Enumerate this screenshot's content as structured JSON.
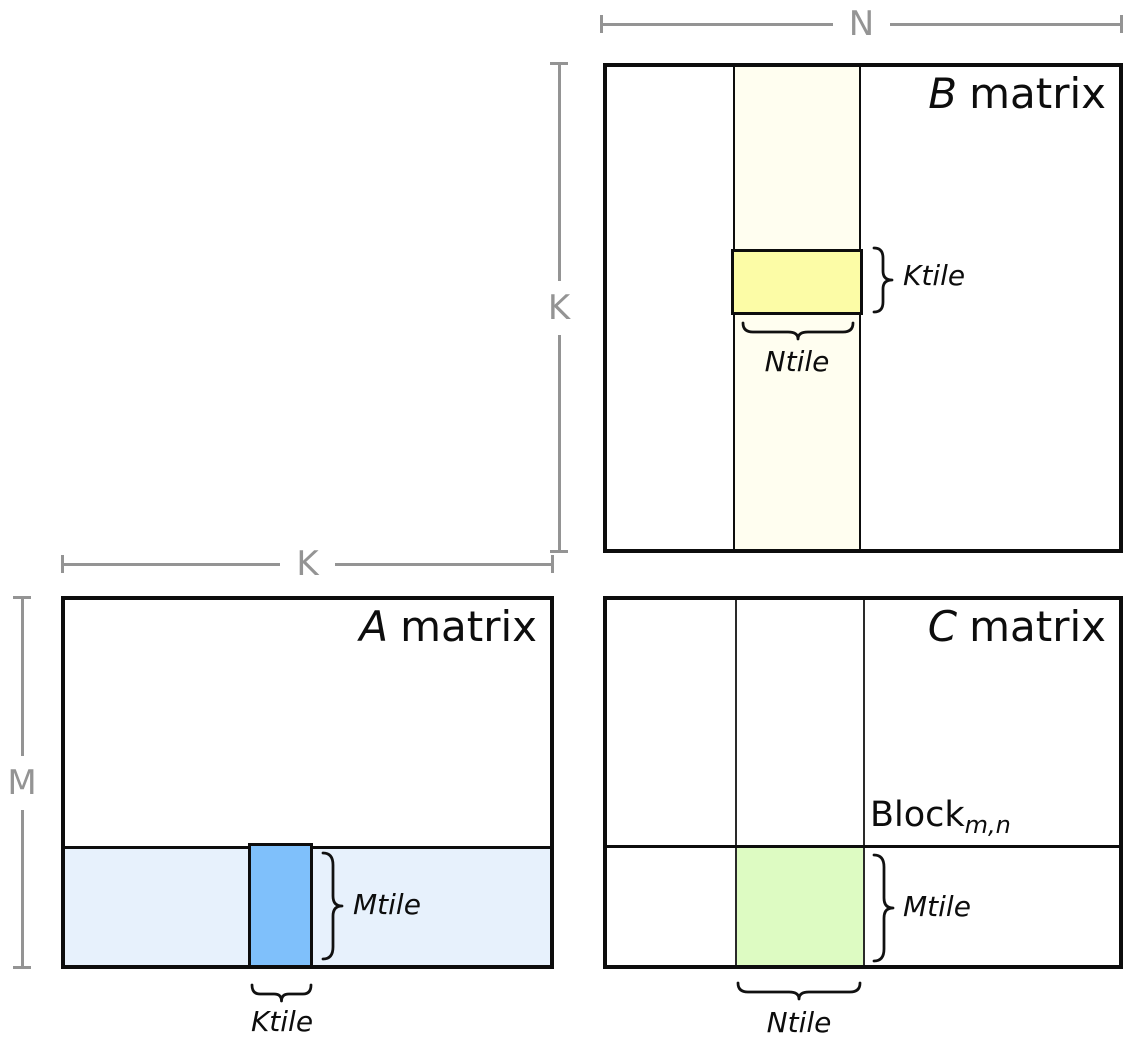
{
  "diagram": {
    "dims": {
      "n_label": "N",
      "k_vertical_label": "K",
      "k_horizontal_label": "K",
      "m_label": "M"
    },
    "b_matrix": {
      "title_letter": "B",
      "title_word": "matrix",
      "ktile_label": "Ktile",
      "ntile_label": "Ntile"
    },
    "a_matrix": {
      "title_letter": "A",
      "title_word": "matrix",
      "mtile_label": "Mtile",
      "ktile_label": "Ktile"
    },
    "c_matrix": {
      "title_letter": "C",
      "title_word": "matrix",
      "block_label": "Block",
      "block_subscript": "m,n",
      "mtile_label": "Mtile",
      "ntile_label": "Ntile"
    }
  },
  "colors": {
    "dimension_line_gray": "#949494",
    "border_black": "#0d0d0d",
    "b_strip_ivory": "#fffef0",
    "b_tile_yellow": "#fcfca6",
    "a_band_light_blue": "#e7f1fc",
    "a_tile_blue": "#7fc0fb",
    "c_tile_green": "#ddfbc2"
  }
}
